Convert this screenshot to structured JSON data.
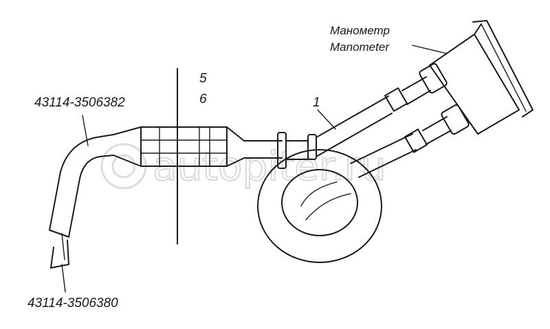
{
  "labels": {
    "manometer_ru": "Манометр",
    "manometer_en": "Manometer",
    "part_top": "43114-3506382",
    "part_bottom": "43114-3506380",
    "callout_5": "5",
    "callout_6": "6",
    "callout_1": "1"
  },
  "watermark": "autopiter.ru"
}
